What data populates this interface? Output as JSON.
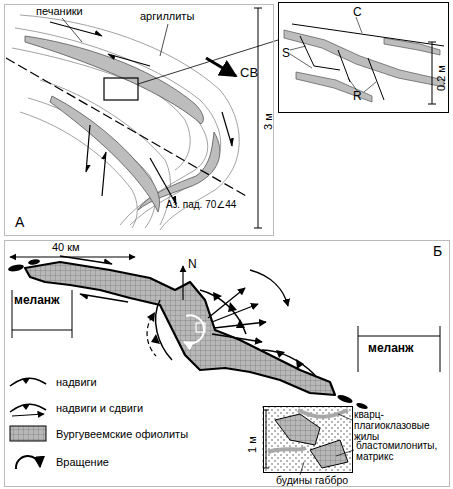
{
  "diagram": {
    "nodes": [
      {
        "text": [
          "А"
        ]
      },
      {
        "text": [
          "C",
          "S",
          "R",
          "0.2 м"
        ]
      },
      {
        "text": [
          "Б"
        ]
      },
      {
        "text": [
          "1 м"
        ],
        "in": 2
      }
    ],
    "labels": [
      "печаники",
      "аргиллиты",
      "СВ",
      "3 м",
      "Аз. пад. 70∠44",
      "40 км",
      "N",
      "меланж",
      "меланж",
      "кварц-плагиоклазовые жилы",
      "бластомилониты, матрикс",
      "будины габбро"
    ],
    "legend": [
      {
        "text": "надвиги"
      },
      {
        "text": "надвиги и сдвиги"
      },
      {
        "text": "Вургувеемские офиолиты"
      },
      {
        "text": "Вращение"
      }
    ]
  }
}
